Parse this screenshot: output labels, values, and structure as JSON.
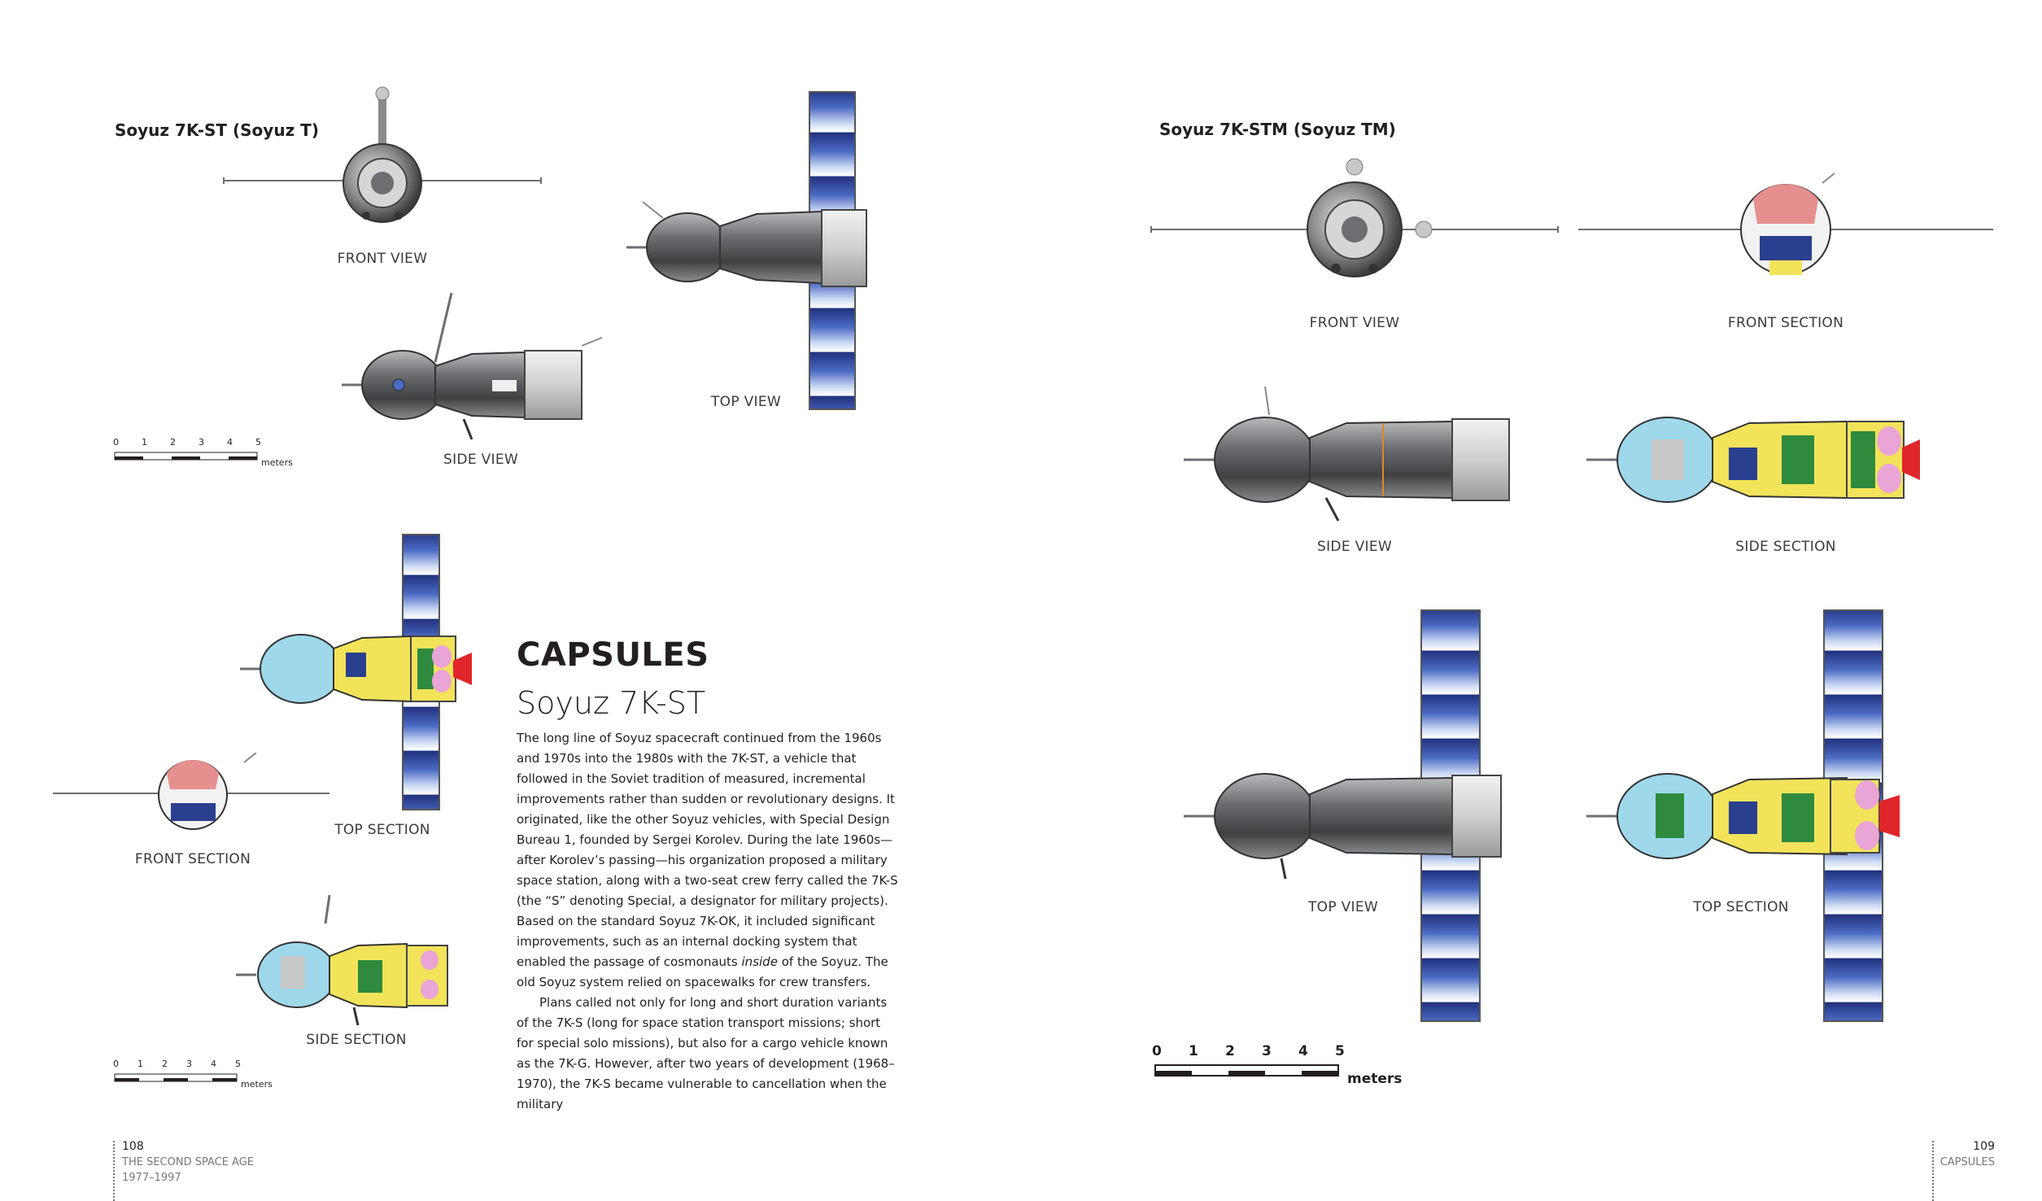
{
  "left_page": {
    "soyuz_t": {
      "heading": "Soyuz 7K-ST (Soyuz T)",
      "front_view": "FRONT VIEW",
      "side_view": "SIDE VIEW",
      "top_view": "TOP VIEW",
      "scale_ticks": [
        "0",
        "1",
        "2",
        "3",
        "4",
        "5"
      ],
      "scale_unit": "meters"
    },
    "sections": {
      "top_section": "TOP SECTION",
      "front_section": "FRONT SECTION",
      "side_section": "SIDE SECTION",
      "scale_ticks": [
        "0",
        "1",
        "2",
        "3",
        "4",
        "5"
      ],
      "scale_unit": "meters"
    },
    "article": {
      "section": "CAPSULES",
      "title": "Soyuz 7K-ST",
      "paragraph1": "The long line of Soyuz spacecraft continued from the 1960s and 1970s into the 1980s with the 7K-ST, a vehicle that followed in the Soviet tradition of measured, incremental improvements rather than sudden or revolutionary designs. It originated, like the other Soyuz vehicles, with Special Design Bureau 1, founded by Sergei Korolev. During the late 1960s—after Korolev’s passing—his organization proposed a military space station, along with a two-seat crew ferry called the 7K-S (the “S” denoting Special, a designator for military projects). Based on the standard Soyuz 7K-OK, it included significant improvements, such as an internal docking system that enabled the passage of cosmonauts",
      "paragraph1_italic": "inside",
      "paragraph1_end": "of the Soyuz. The old Soyuz system relied on spacewalks for crew transfers.",
      "paragraph2": "Plans called not only for long and short duration variants of the 7K-S (long for space station transport missions; short for special solo missions), but also for a cargo vehicle known as the 7K-G. However, after two years of development (1968–1970), the 7K-S became vulnerable to cancellation when the military"
    },
    "folio": {
      "page_number": "108",
      "line1": "THE SECOND SPACE AGE",
      "line2": "1977–1997"
    }
  },
  "right_page": {
    "soyuz_tm": {
      "heading": "Soyuz 7K-STM (Soyuz TM)",
      "front_view": "FRONT VIEW",
      "front_section": "FRONT SECTION",
      "side_view": "SIDE VIEW",
      "side_section": "SIDE SECTION",
      "top_view": "TOP VIEW",
      "top_section": "TOP SECTION",
      "scale_ticks": [
        "0",
        "1",
        "2",
        "3",
        "4",
        "5"
      ],
      "scale_unit": "meters"
    },
    "folio": {
      "page_number": "109",
      "line1": "CAPSULES"
    }
  },
  "colors": {
    "text": "#231f20",
    "hull_grey": "#6d6e71",
    "solar_blue": "#2b3f8f",
    "section_cyan": "#9fd8ea",
    "section_yellow": "#f2e35a",
    "section_green": "#2f8a3e",
    "section_pink": "#e8a5d6",
    "nozzle_red": "#e0262b"
  }
}
